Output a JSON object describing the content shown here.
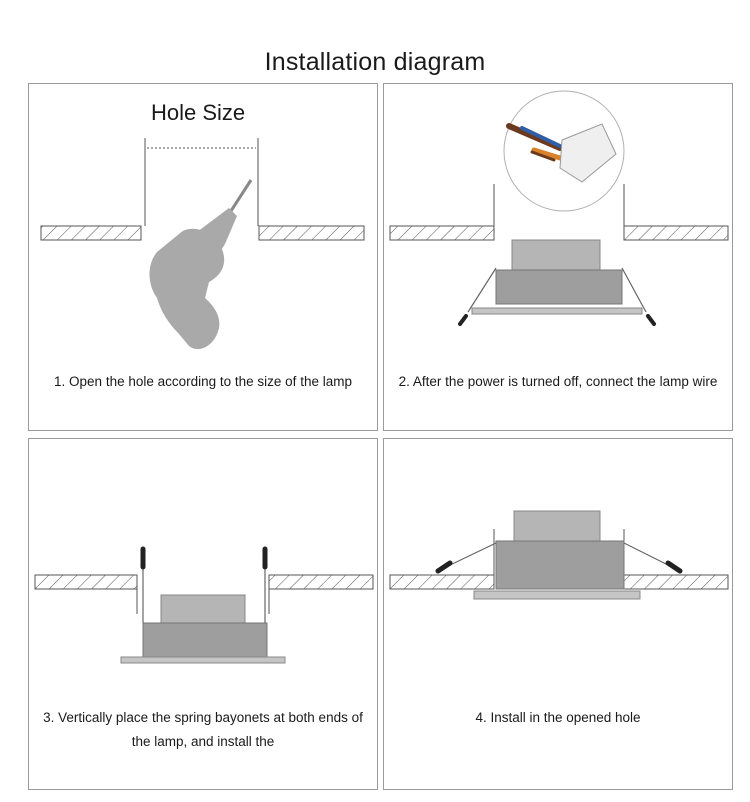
{
  "title": "Installation diagram",
  "panels": [
    {
      "hole_label": "Hole Size",
      "caption": "1. Open the hole according to the size of the lamp"
    },
    {
      "caption": "2. After the power is turned off, connect the lamp wire"
    },
    {
      "caption": "3. Vertically place the spring bayonets at both ends of the lamp, and install the"
    },
    {
      "caption": "4. Install in the opened hole"
    }
  ],
  "colors": {
    "border": "#9a9a9a",
    "drill": "#a9a9a9",
    "lamp_body": "#9e9e9e",
    "lamp_top": "#b5b5b5",
    "wire_brown": "#6b3a1e",
    "wire_blue": "#2f5ea6",
    "wire_orange": "#d9822b"
  }
}
